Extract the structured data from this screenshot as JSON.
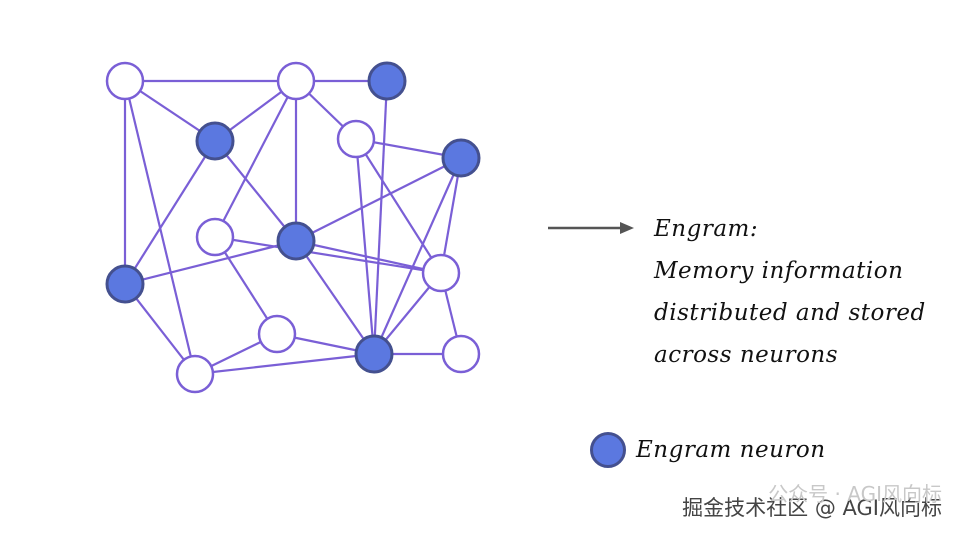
{
  "description": {
    "line1": "Engram:",
    "line2": "Memory information",
    "line3": "distributed and stored",
    "line4": "across neurons"
  },
  "legend": {
    "label": "Engram neuron"
  },
  "watermark": {
    "text": "掘金技术社区 @ AGI风向标",
    "faint_text": "公众号 · AGI风向标"
  },
  "colors": {
    "edge": "#7a5fd6",
    "engram_fill": "#5b78e0",
    "engram_stroke": "#44508f",
    "neuron_fill": "#ffffff",
    "neuron_stroke": "#7a5fd6",
    "arrow": "#555555"
  },
  "network": {
    "nodes": [
      {
        "id": "n1",
        "engram": false
      },
      {
        "id": "n2",
        "engram": false
      },
      {
        "id": "n3",
        "engram": true
      },
      {
        "id": "n4",
        "engram": true
      },
      {
        "id": "n5",
        "engram": false
      },
      {
        "id": "n6",
        "engram": true
      },
      {
        "id": "n7",
        "engram": false
      },
      {
        "id": "n8",
        "engram": true
      },
      {
        "id": "n9",
        "engram": true
      },
      {
        "id": "n10",
        "engram": false
      },
      {
        "id": "n11",
        "engram": false
      },
      {
        "id": "n12",
        "engram": false
      },
      {
        "id": "n13",
        "engram": true
      },
      {
        "id": "n14",
        "engram": false
      }
    ],
    "edges": [
      [
        "n1",
        "n2"
      ],
      [
        "n1",
        "n4"
      ],
      [
        "n1",
        "n9"
      ],
      [
        "n1",
        "n12"
      ],
      [
        "n2",
        "n4"
      ],
      [
        "n2",
        "n7"
      ],
      [
        "n2",
        "n8"
      ],
      [
        "n2",
        "n3"
      ],
      [
        "n2",
        "n5"
      ],
      [
        "n3",
        "n13"
      ],
      [
        "n4",
        "n9"
      ],
      [
        "n4",
        "n8"
      ],
      [
        "n5",
        "n6"
      ],
      [
        "n5",
        "n13"
      ],
      [
        "n5",
        "n11"
      ],
      [
        "n6",
        "n8"
      ],
      [
        "n6",
        "n13"
      ],
      [
        "n6",
        "n11"
      ],
      [
        "n7",
        "n11"
      ],
      [
        "n8",
        "n9"
      ],
      [
        "n8",
        "n11"
      ],
      [
        "n8",
        "n13"
      ],
      [
        "n9",
        "n12"
      ],
      [
        "n10",
        "n12"
      ],
      [
        "n10",
        "n7"
      ],
      [
        "n11",
        "n13"
      ],
      [
        "n11",
        "n14"
      ],
      [
        "n12",
        "n13"
      ],
      [
        "n13",
        "n14"
      ],
      [
        "n10",
        "n13"
      ]
    ]
  }
}
